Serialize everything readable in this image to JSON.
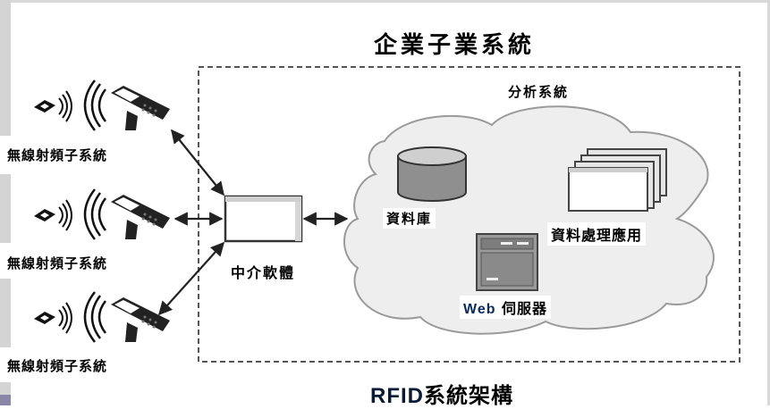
{
  "diagram": {
    "enterprise_title": "企業子業系統",
    "analysis_title": "分析系統",
    "rfid_subsystems": [
      {
        "label": "無線射頻子系統"
      },
      {
        "label": "無線射頻子系統"
      },
      {
        "label": "無線射頻子系統"
      }
    ],
    "middleware_label": "中介軟體",
    "database_label": "資料庫",
    "app_label": "資料處理應用",
    "web_server": {
      "latin": "Web",
      "cjk": " 伺服器"
    },
    "caption": {
      "latin": "RFID",
      "cjk": "系統架構"
    },
    "icons": {
      "tag": "rfid-tag-icon",
      "waves": "radio-waves-icon",
      "reader": "handheld-reader-icon",
      "middleware": "window-icon",
      "database": "database-cylinder-icon",
      "app": "stacked-windows-icon",
      "server": "web-server-icon"
    },
    "colors": {
      "cloud_fill": "#eeeeee",
      "cloud_stroke": "#9a9a9a",
      "dashed_border": "#555555",
      "db_fill": "#8f8f8f",
      "arrow": "#222222"
    },
    "connections": [
      {
        "from": "rfid-subsystem-1",
        "to": "middleware",
        "type": "bidirectional"
      },
      {
        "from": "rfid-subsystem-2",
        "to": "middleware",
        "type": "bidirectional"
      },
      {
        "from": "rfid-subsystem-3",
        "to": "middleware",
        "type": "bidirectional"
      },
      {
        "from": "middleware",
        "to": "analysis-system",
        "type": "bidirectional"
      }
    ]
  }
}
